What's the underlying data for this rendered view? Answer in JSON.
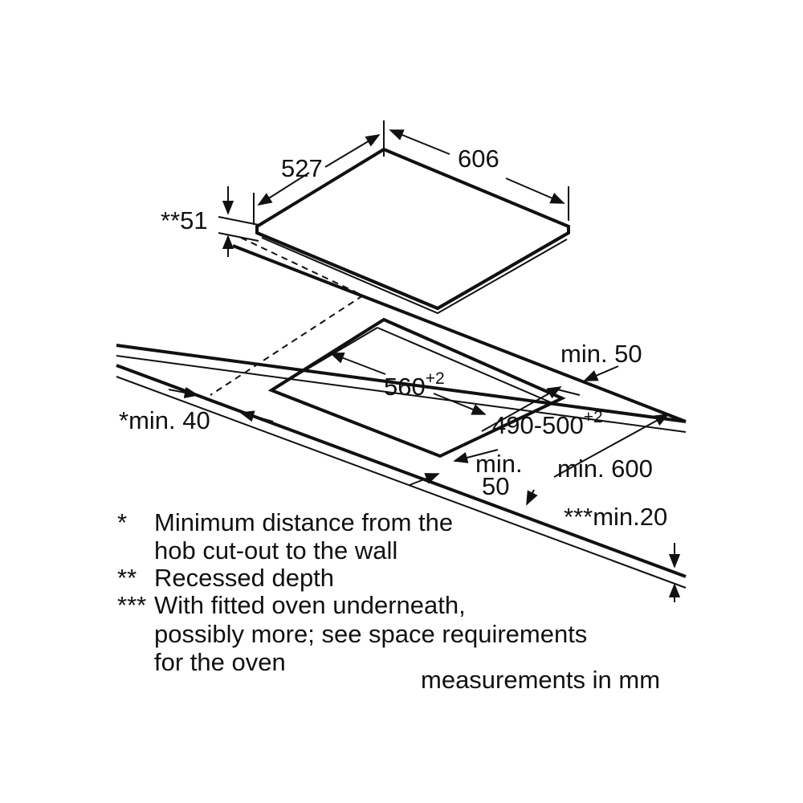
{
  "dimensions": {
    "hob_depth": "527",
    "hob_width": "606",
    "recessed_depth": "**51",
    "cutout_width_base": "560",
    "cutout_width_tol": "+2",
    "cutout_depth_base": "490-500",
    "cutout_depth_tol": "+2",
    "min_back": "min. 50",
    "min_wall": "*min. 40",
    "min_front_line1": "min.",
    "min_front_line2": "50",
    "min_worktop": "min. 600",
    "min_thickness": "***min.20"
  },
  "notes": [
    {
      "mark": "*",
      "lines": [
        "Minimum distance from the",
        "hob cut-out to the wall"
      ]
    },
    {
      "mark": "**",
      "lines": [
        "Recessed depth"
      ]
    },
    {
      "mark": "***",
      "lines": [
        "With fitted oven underneath,",
        "possibly more; see space requirements",
        "for the oven"
      ]
    }
  ],
  "units_note": "measurements in mm",
  "colors": {
    "line": "#111111",
    "background": "#ffffff"
  }
}
